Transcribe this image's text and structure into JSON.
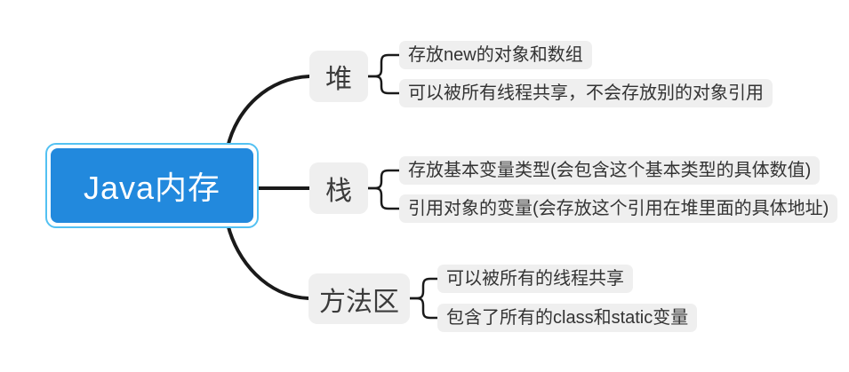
{
  "mindmap": {
    "root": {
      "label": "Java内存"
    },
    "branches": [
      {
        "label": "堆",
        "children": [
          {
            "label": "存放new的对象和数组"
          },
          {
            "label": "可以被所有线程共享，不会存放别的对象引用"
          }
        ]
      },
      {
        "label": "栈",
        "children": [
          {
            "label": "存放基本变量类型(会包含这个基本类型的具体数值)"
          },
          {
            "label": "引用对象的变量(会存放这个引用在堆里面的具体地址)"
          }
        ]
      },
      {
        "label": "方法区",
        "children": [
          {
            "label": "可以被所有的线程共享"
          },
          {
            "label": "包含了所有的class和static变量"
          }
        ]
      }
    ],
    "colors": {
      "root_bg": "#2289dd",
      "root_text": "#ffffff",
      "selection_border": "#53c1f2",
      "topic_bg": "#efefef",
      "topic_text": "#333333",
      "line": "#1a1a1a",
      "background": "#ffffff"
    }
  }
}
